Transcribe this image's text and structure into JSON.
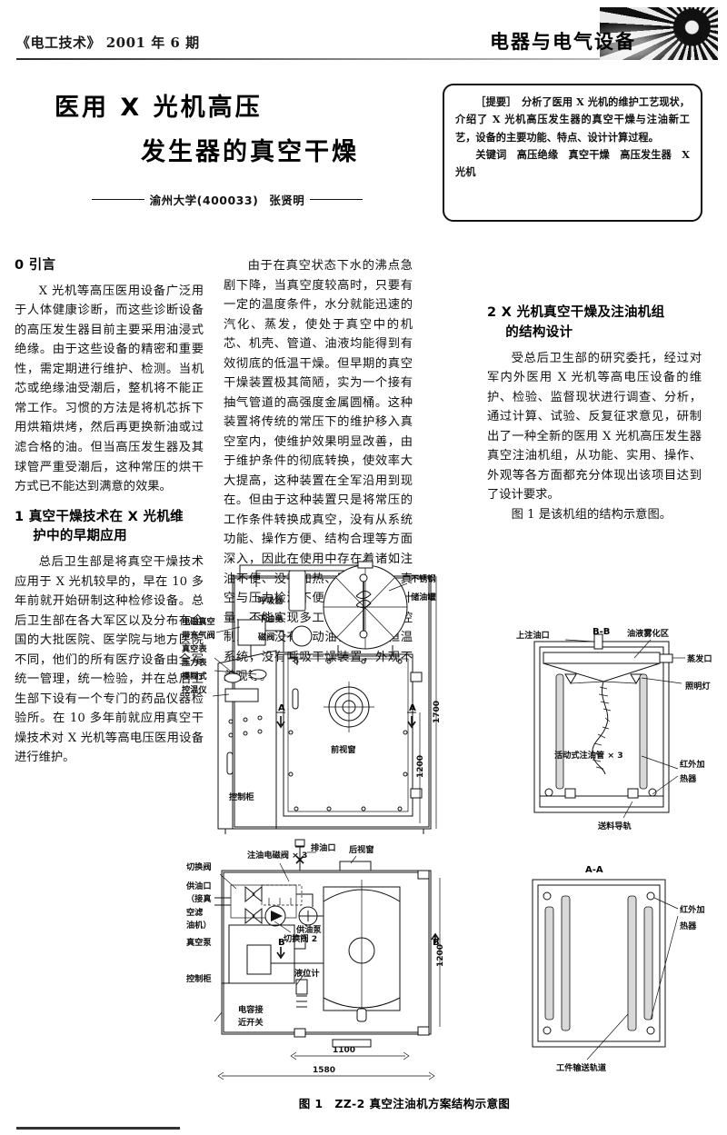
{
  "masthead": {
    "journal": "《电工技术》 2001 年 6 期",
    "section": "电器与电气设备",
    "photo_icon": "gear-machine-photo"
  },
  "title": {
    "line1": "医用 X 光机高压",
    "line2": "发生器的真空干燥",
    "affiliation": "渝州大学(400033)",
    "author": "张贤明"
  },
  "abstract": {
    "label": "［提要］",
    "body": "分析了医用 X 光机的维护工艺现状，介绍了 X 光机高压发生器的真空干燥与注油新工艺，设备的主要功能、特点、设计计算过程。",
    "keywords_label": "关键词",
    "keywords": "高压绝缘　真空干燥　高压发生器　X 光机"
  },
  "body": {
    "sec0_heading": "0  引言",
    "sec0_p1": "X 光机等高压医用设备广泛用于人体健康诊断，而这些诊断设备的高压发生器目前主要采用油浸式绝缘。由于这些设备的精密和重要性，需定期进行维护、检测。当机芯或绝缘油受潮后，整机将不能正常工作。习惯的方法是将机芯拆下用烘箱烘烤，然后再更换新油或过滤合格的油。但当高压发生器及其球管严重受潮后，这种常压的烘干方式已不能达到满意的效果。",
    "sec1_heading_l1": "1  真空干燥技术在 X 光机维",
    "sec1_heading_l2": "护中的早期应用",
    "sec1_p1": "总后卫生部是将真空干燥技术应用于 X 光机较早的，早在 10 多年前就开始研制这种检修设备。总后卫生部在各大军区以及分布在全国的大批医院、医学院与地方医院不同，他们的所有医疗设备由全军统一管理，统一检验，并在总后卫生部下设有一个专门的药品仪器检验所。在 10 多年前就应用真空干燥技术对 X 光机等高电压医用设备进行维护。",
    "sec1_p2": "由于在真空状态下水的沸点急剧下降，当真空度较高时，只要有一定的温度条件，水分就能迅速的汽化、蒸发，使处于真空中的机芯、机壳、管道、油液均能得到有效彻底的低温干燥。但早期的真空干燥装置极其简陋，实为一个接有抽气管道的高强度金属圆桶。这种装置将传统的常压下的维护移入真空室内，使维护效果明显改善，由于维护条件的彻底转换，使效率大大提高，这种装置在全军沿用到现在。但由于这种装置只是将常压的工作条件转换成真空，没有从系统功能、操作方便、结构合理等方面深入，因此在使用中存在着诸如注油不便、没有加热、隔热设置、真空与压力检测不便、注油量无法计量、不能实现多工位、没有本机控制系统、没有自动油位和自动恒温系统，没有呼吸干燥装置，外观不美观等。",
    "sec2_heading_l1": "2  X 光机真空干燥及注油机组",
    "sec2_heading_l2": "的结构设计",
    "sec2_p1": "受总后卫生部的研究委托，经过对军内外医用 X 光机等高电压设备的维护、检验、监督现状进行调查、分析，通过计算、试验、反复征求意见，研制出了一种全新的医用 X 光机高压发生器真空注油机组，从功能、实用、操作、外观等各方面都充分体现出该项目达到了设计要求。",
    "sec2_p2": "图 1 是该机组的结构示意图。"
  },
  "figure": {
    "caption": "图 1　ZZ-2 真空注油机方案结构示意图",
    "front_view": {
      "labels": [
        "电磁真空",
        "带充气阀",
        "真空表",
        "压力表",
        "模糊式",
        "控温仪",
        "呼吸器",
        "下油电",
        "磁阀",
        "不锈钢",
        "储油罐",
        "前视窗",
        "控制柜"
      ],
      "dims": [
        "1200",
        "1700"
      ],
      "markers": [
        "A",
        "A"
      ]
    },
    "top_view": {
      "labels": [
        "注油电磁阀 × 3",
        "排油口",
        "后视窗",
        "切换阀",
        "供油口",
        "（接真",
        "空滤",
        "油机）",
        "真空泵",
        "切换阀 2",
        "供油泵",
        "液位计",
        "控制柜",
        "电容接",
        "近开关"
      ],
      "dims": [
        "1100",
        "1580",
        "1200"
      ],
      "markers": [
        "B",
        "B"
      ]
    },
    "section_bb": {
      "title": "B-B",
      "labels": [
        "上注油口",
        "油液雾化区",
        "蒸发口",
        "照明灯",
        "活动式注油管 × 3",
        "红外加",
        "热器",
        "送料导轨"
      ]
    },
    "section_aa": {
      "title": "A-A",
      "labels": [
        "红外加",
        "热器",
        "工件输送轨道"
      ]
    }
  }
}
